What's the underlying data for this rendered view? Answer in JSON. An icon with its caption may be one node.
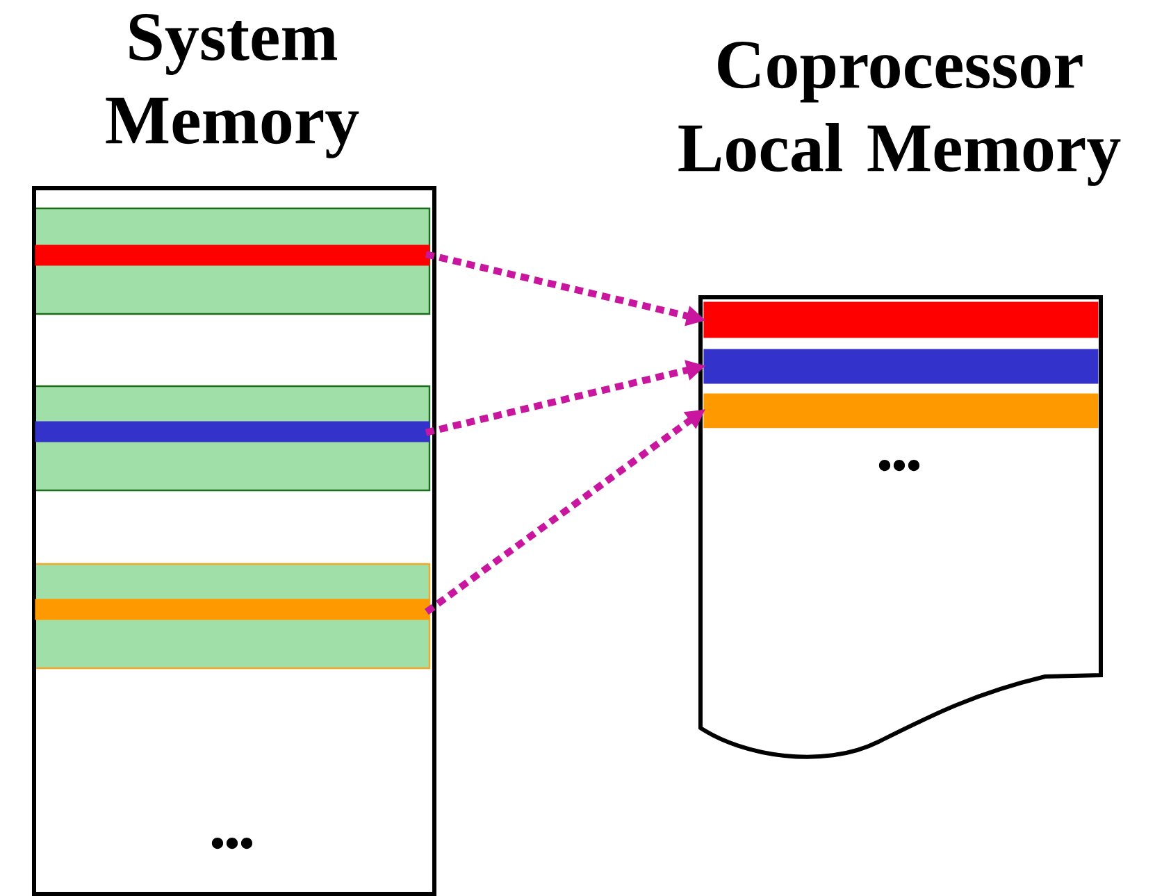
{
  "diagram": {
    "nodes": [
      {
        "text": [
          "System Memory",
          "•••"
        ]
      },
      {
        "text": [],
        "shape": "bar",
        "in": 0
      },
      {
        "text": [],
        "shape": "bar",
        "in": 0
      },
      {
        "text": [],
        "shape": "bar",
        "in": 0
      },
      {
        "text": [
          "Coprocessor Local Memory",
          "•••"
        ]
      },
      {
        "text": [],
        "shape": "bar",
        "in": 4
      },
      {
        "text": [],
        "shape": "bar",
        "in": 4
      },
      {
        "text": [],
        "shape": "bar",
        "in": 4
      }
    ],
    "edges": [
      {
        "from": 1,
        "to": 5,
        "arrow": "to",
        "style": "dashed"
      },
      {
        "from": 2,
        "to": 6,
        "arrow": "to",
        "style": "dashed"
      },
      {
        "from": 3,
        "to": 7,
        "arrow": "to",
        "style": "dashed"
      }
    ]
  }
}
